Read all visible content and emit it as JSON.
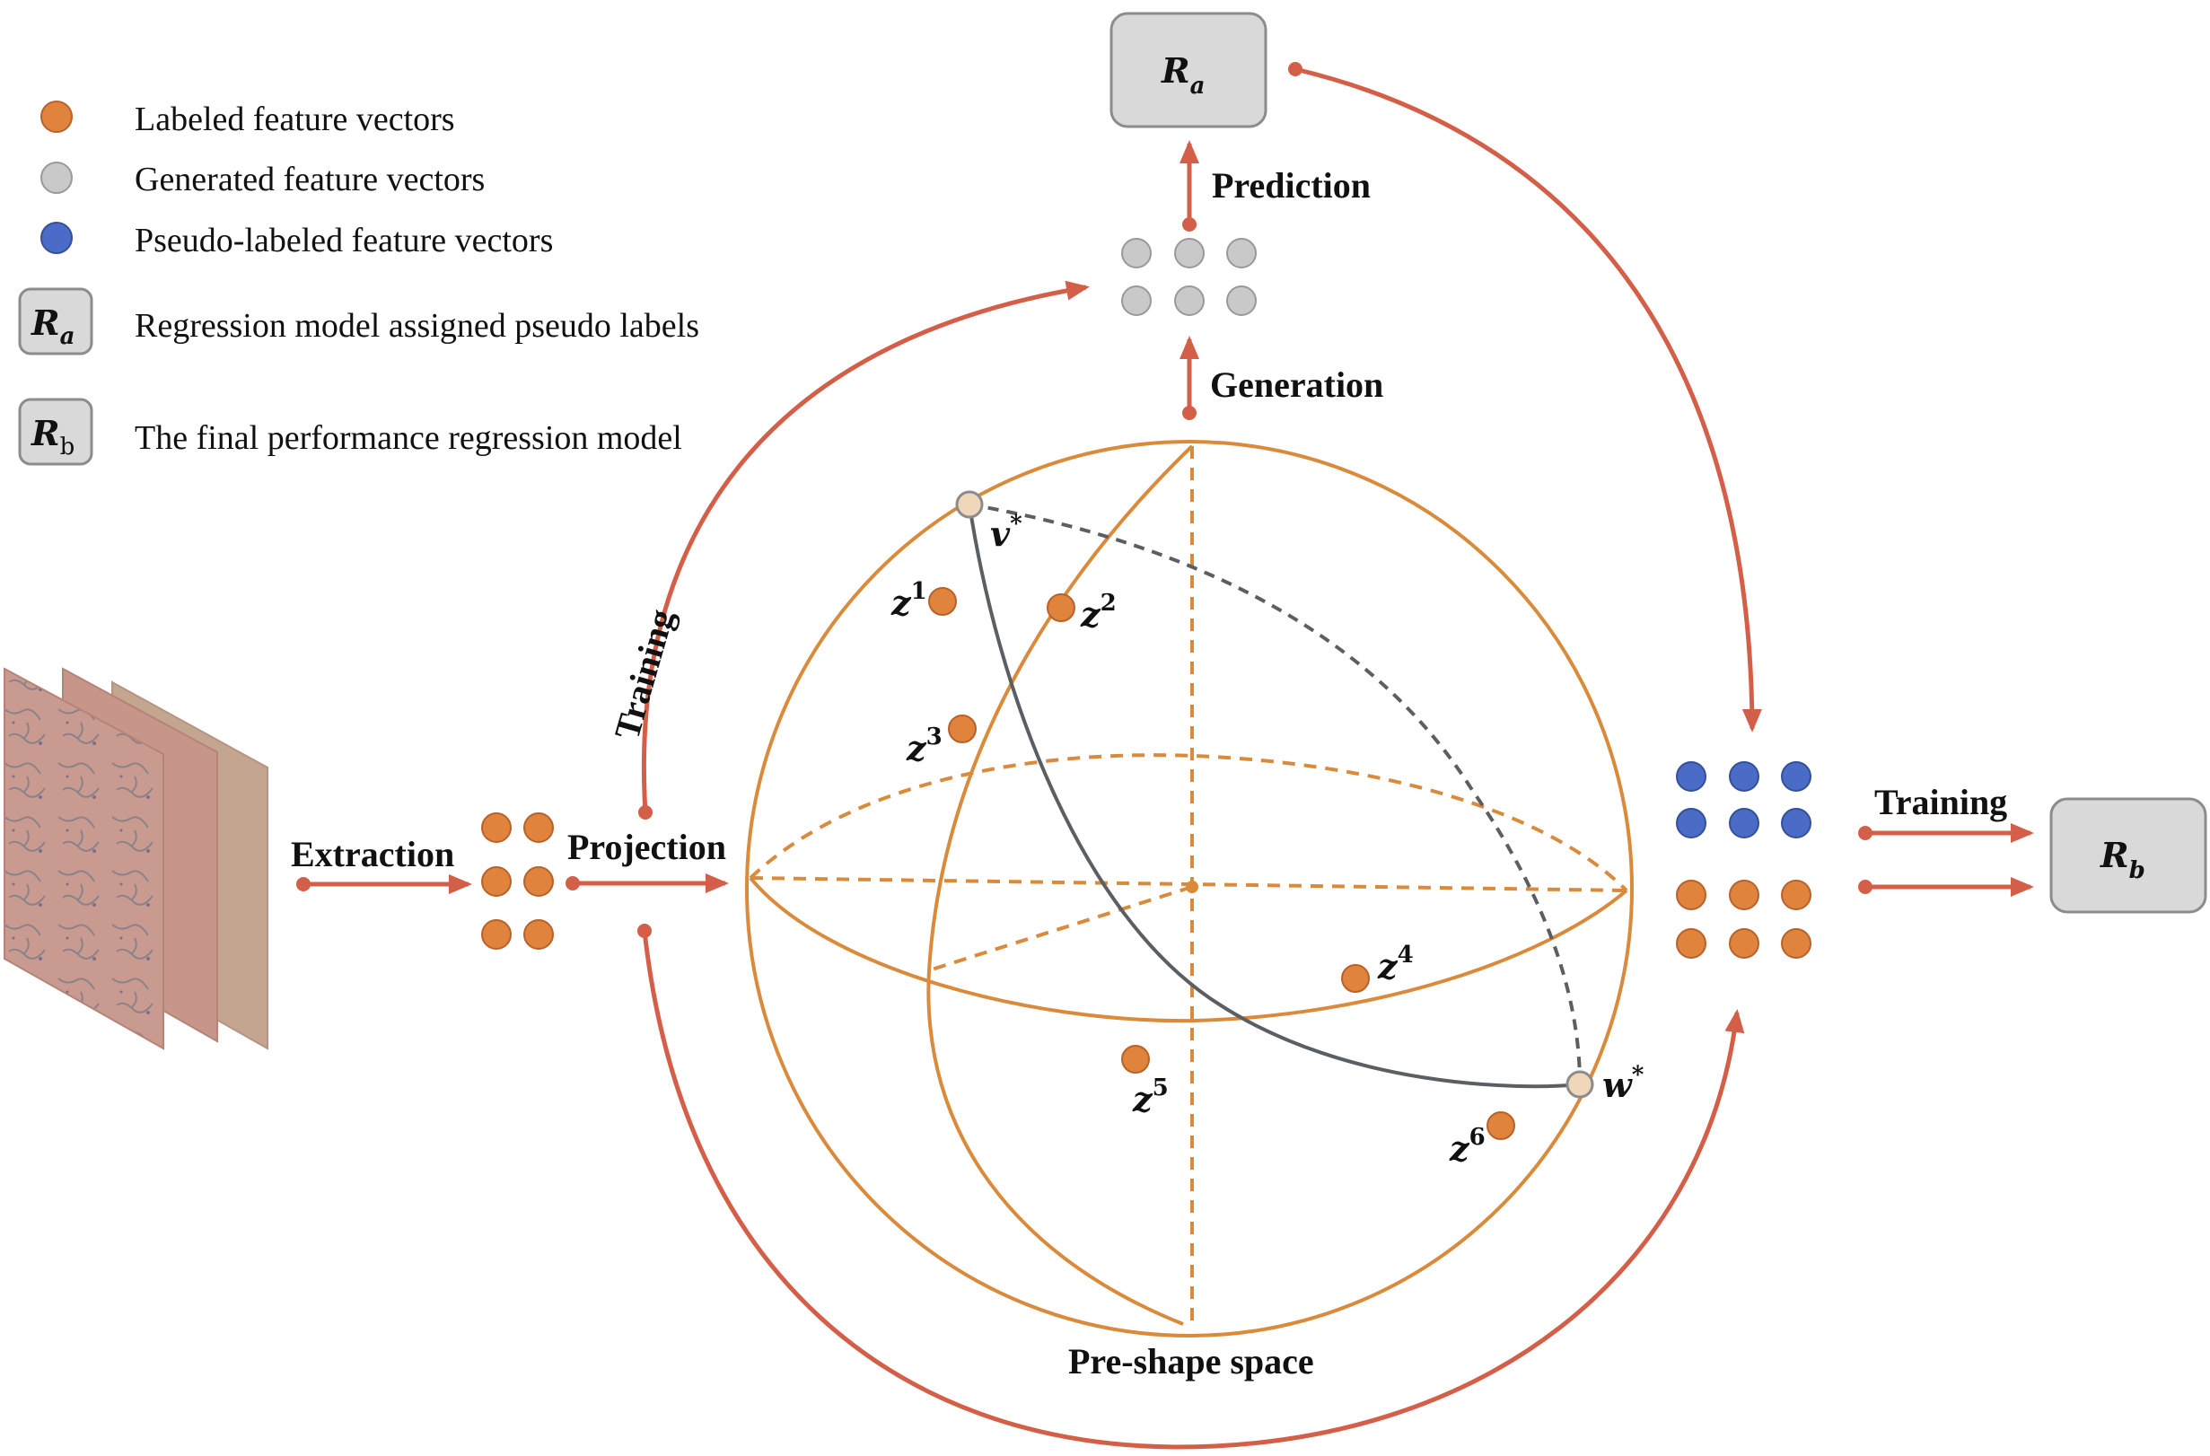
{
  "colors": {
    "labeled": "#E0833D",
    "generated": "#C9C9C9",
    "pseudo": "#4A6CC7",
    "arrow": "#D45F48",
    "sphere": "#D98A3A",
    "geodesic": "#5A5F63",
    "box_fill": "#D9D9D9",
    "box_stroke": "#8C8C8C",
    "endpoint": "#F0D7BA"
  },
  "legend": {
    "labeled": "Labeled feature vectors",
    "generated": "Generated feature vectors",
    "pseudo": "Pseudo-labeled feature vectors",
    "ra_box": {
      "main": "R",
      "sub": "a"
    },
    "ra_text": "Regression model assigned pseudo labels",
    "rb_box": {
      "main": "R",
      "sub": "b"
    },
    "rb_text": "The final performance regression model"
  },
  "steps": {
    "extraction": "Extraction",
    "projection": "Projection",
    "training_left": "Training",
    "generation": "Generation",
    "prediction": "Prediction",
    "training_right": "Training"
  },
  "models": {
    "ra": {
      "main": "R",
      "sub": "a"
    },
    "rb": {
      "main": "R",
      "sub": "b"
    }
  },
  "sphere": {
    "caption": "Pre-shape space",
    "points": [
      {
        "main": "z",
        "sup": "1"
      },
      {
        "main": "z",
        "sup": "2"
      },
      {
        "main": "z",
        "sup": "3"
      },
      {
        "main": "z",
        "sup": "4"
      },
      {
        "main": "z",
        "sup": "5"
      },
      {
        "main": "z",
        "sup": "6"
      }
    ],
    "v_star": {
      "main": "v",
      "sup": "*"
    },
    "w_star": {
      "main": "w",
      "sup": "*"
    }
  }
}
